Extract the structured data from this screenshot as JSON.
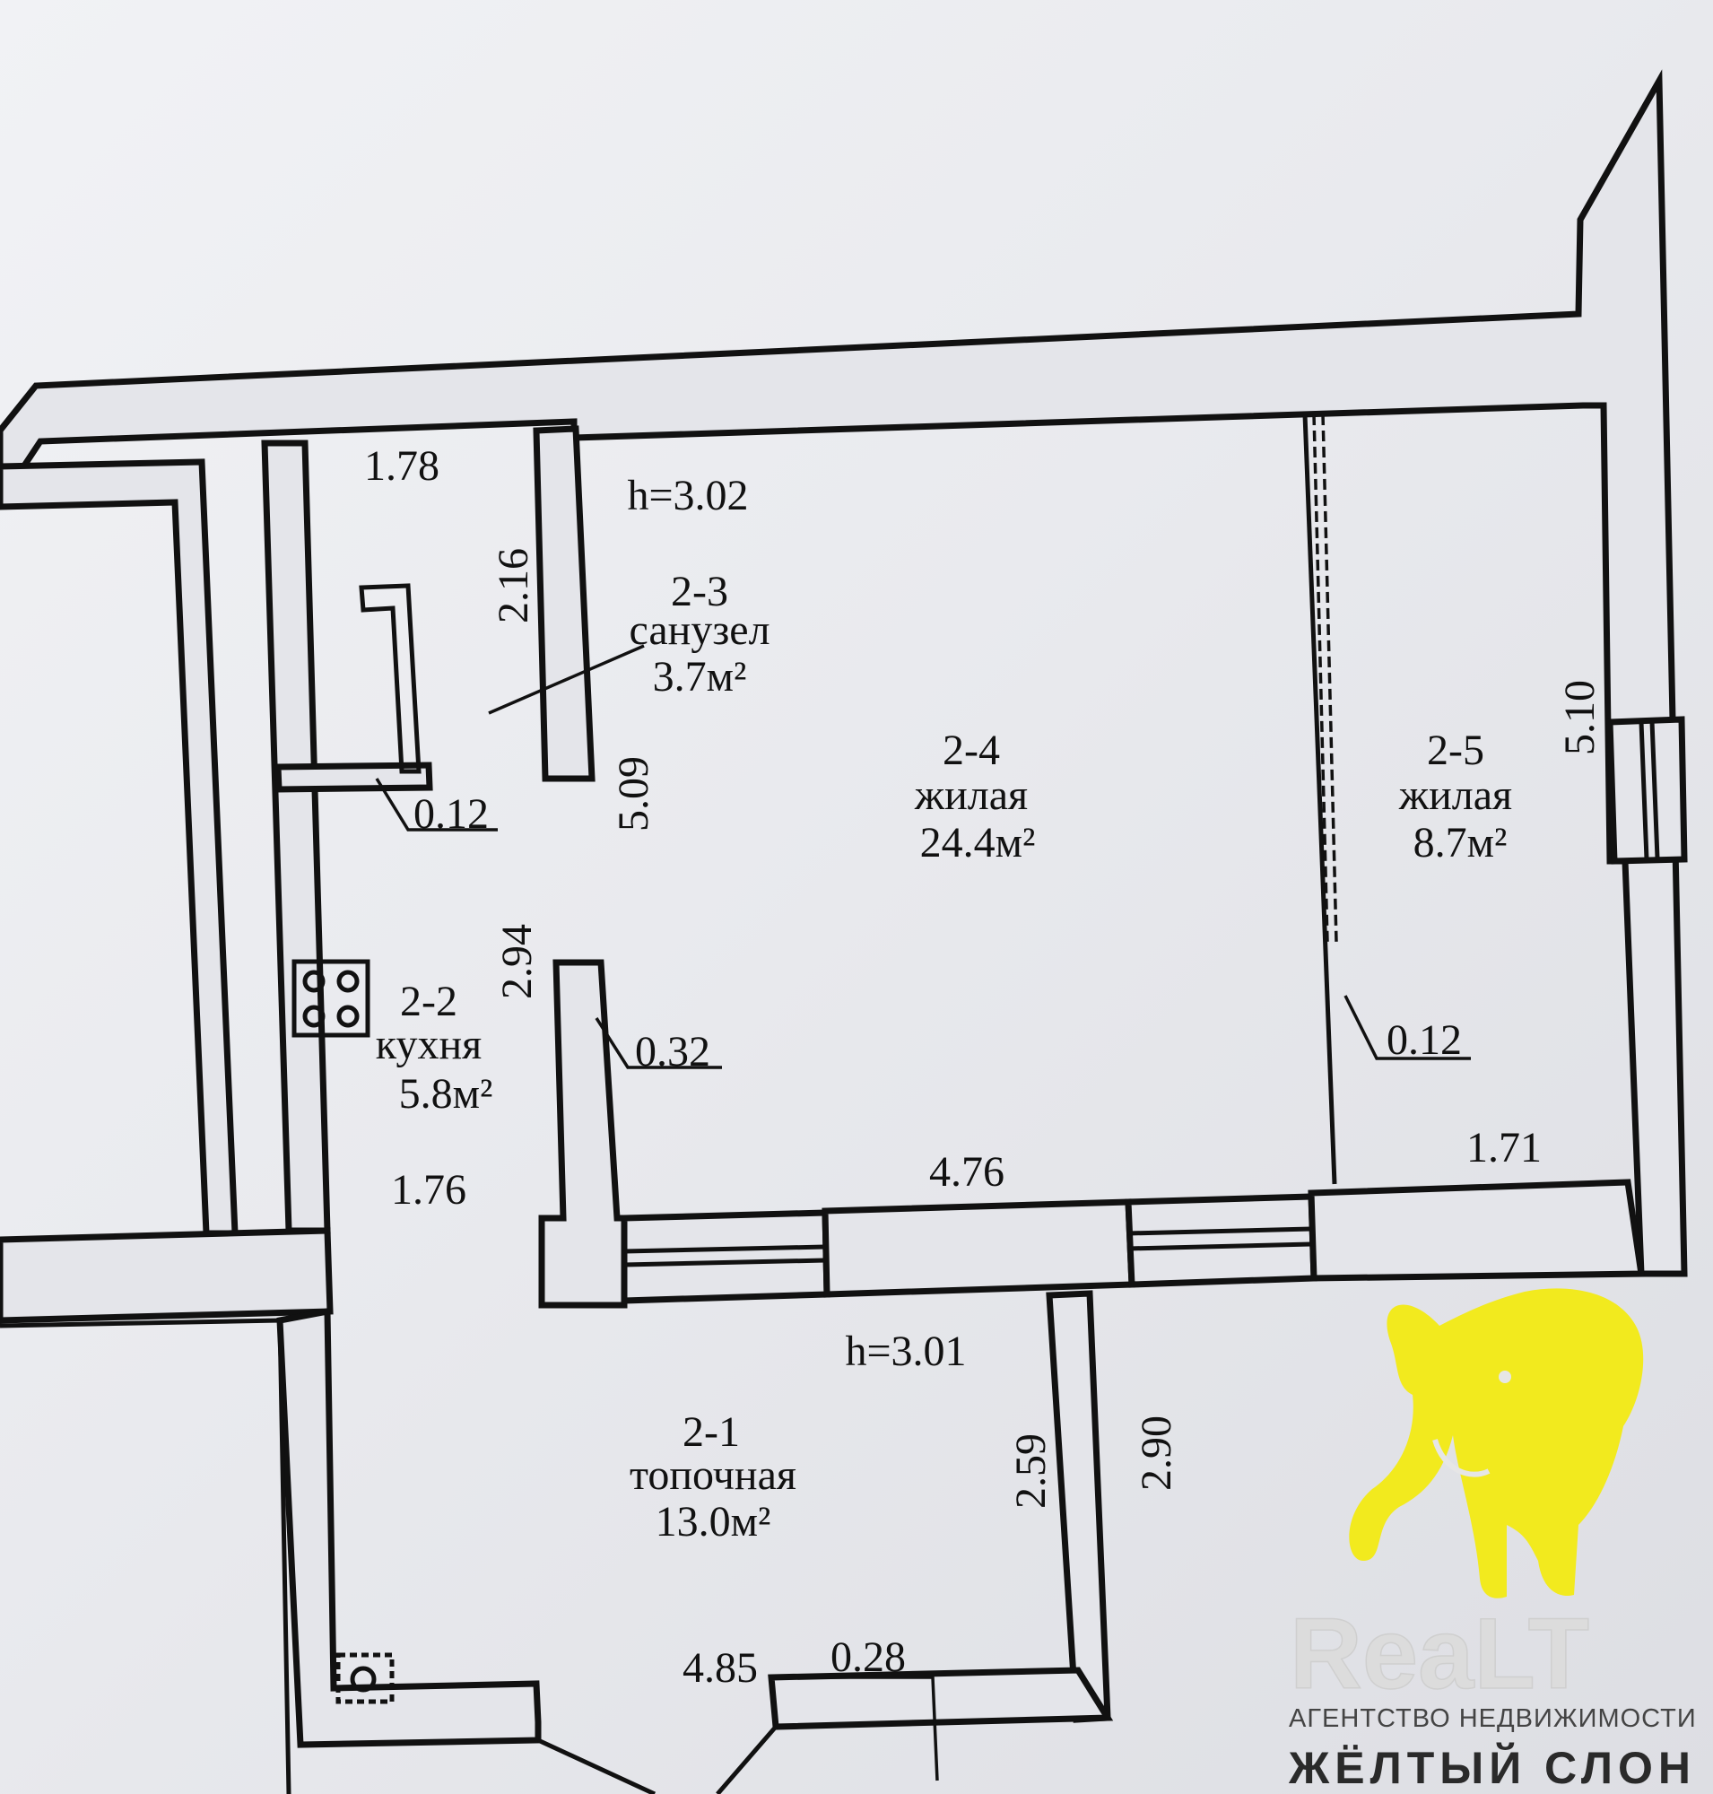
{
  "plan": {
    "heights": {
      "main": "h=3.02",
      "lower": "h=3.01"
    },
    "rooms": [
      {
        "id": "2-1",
        "name": "топочная",
        "area": "13.0м²"
      },
      {
        "id": "2-2",
        "name": "кухня",
        "area": "5.8м²"
      },
      {
        "id": "2-3",
        "name": "санузел",
        "area": "3.7м²"
      },
      {
        "id": "2-4",
        "name": "жилая",
        "area": "24.4м²"
      },
      {
        "id": "2-5",
        "name": "жилая",
        "area": "8.7м²"
      }
    ],
    "dimensions": {
      "d1": "1.78",
      "d2": "2.16",
      "d3": "0.12",
      "d4": "5.09",
      "d5": "2.94",
      "d6": "0.32",
      "d7": "1.76",
      "d8": "4.76",
      "d9": "1.71",
      "d10": "0.12",
      "d11": "5.10",
      "d12": "2.59",
      "d13": "2.90",
      "d14": "4.85",
      "d15": "0.28"
    }
  },
  "watermark": {
    "brand": "ReaLT",
    "tagline": "АГЕНТСТВО НЕДВИЖИМОСТИ",
    "name": "ЖЁЛТЫЙ СЛОН",
    "logo_color": "#f2ea1e"
  }
}
